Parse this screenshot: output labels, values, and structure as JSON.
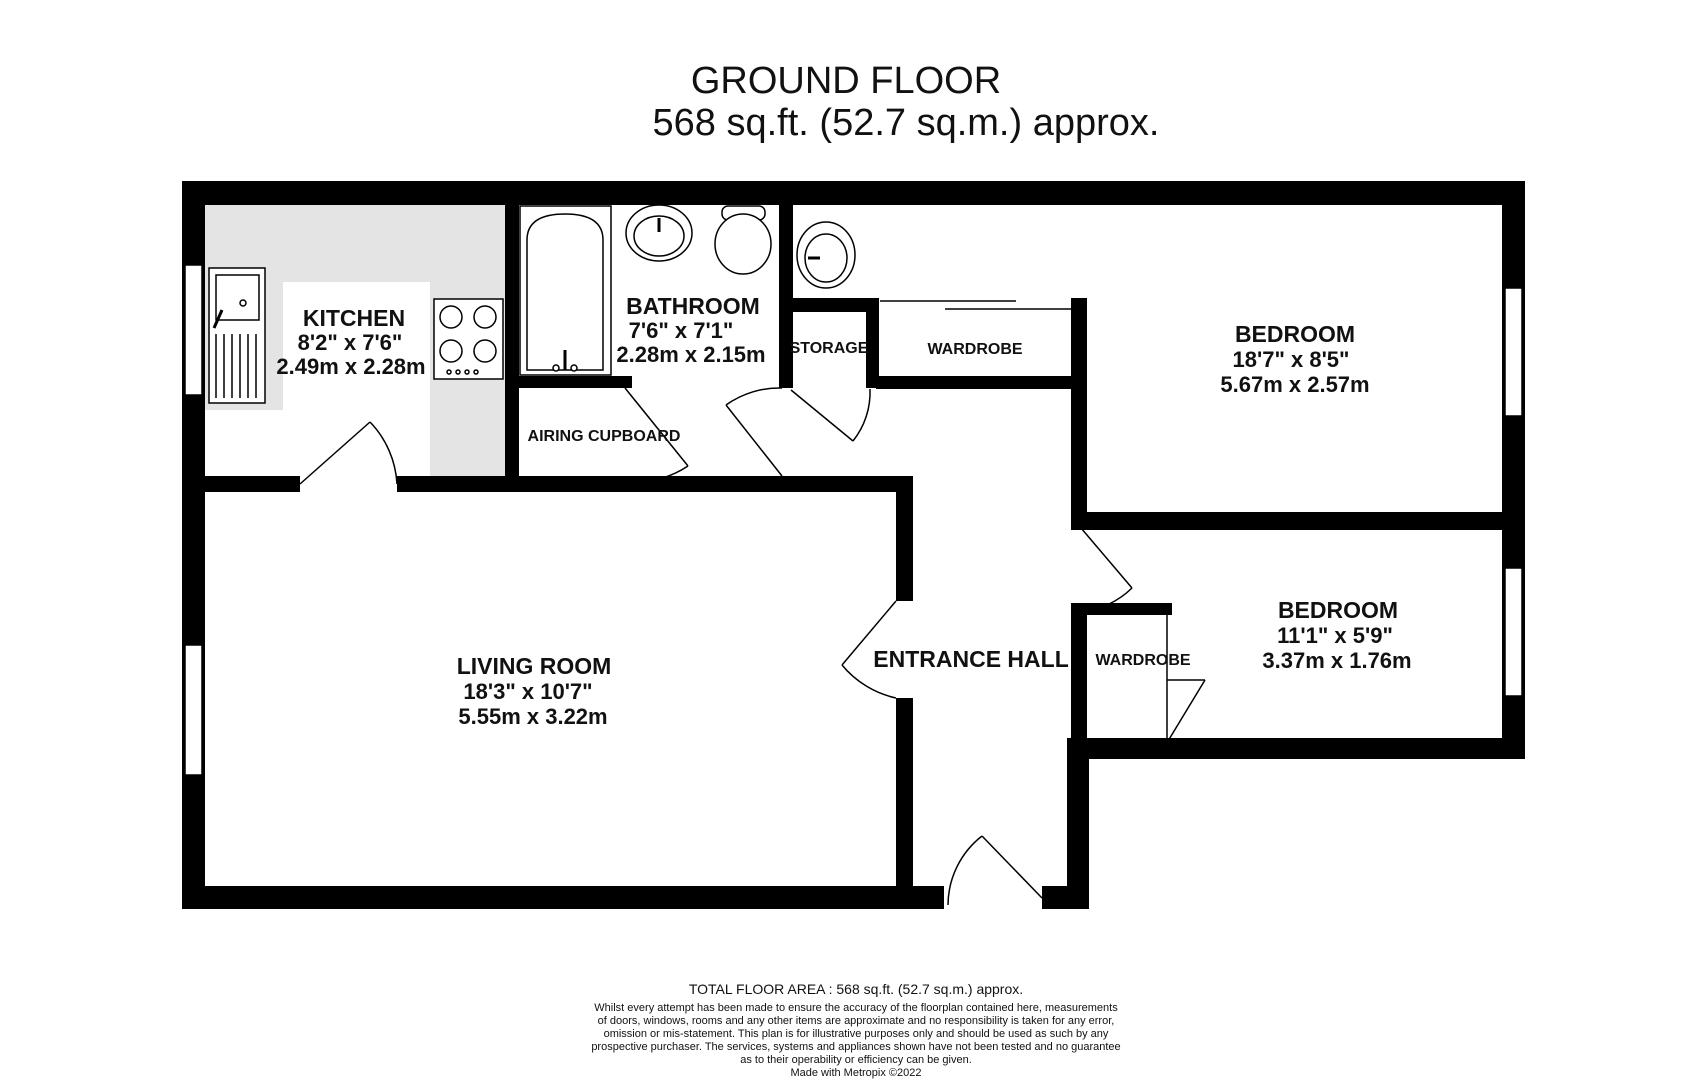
{
  "header": {
    "title": "GROUND FLOOR",
    "area": "568 sq.ft. (52.7 sq.m.) approx."
  },
  "rooms": {
    "kitchen": {
      "name": "KITCHEN",
      "imperial": "8'2\"  x 7'6\"",
      "metric": "2.49m  x 2.28m"
    },
    "bathroom": {
      "name": "BATHROOM",
      "imperial": "7'6\"  x 7'1\"",
      "metric": "2.28m  x 2.15m"
    },
    "bedroom1": {
      "name": "BEDROOM",
      "imperial": "18'7\"  x 8'5\"",
      "metric": "5.67m  x 2.57m"
    },
    "bedroom2": {
      "name": "BEDROOM",
      "imperial": "11'1\"  x 5'9\"",
      "metric": "3.37m  x 1.76m"
    },
    "living": {
      "name": "LIVING ROOM",
      "imperial": "18'3\"  x 10'7\"",
      "metric": "5.55m  x 3.22m"
    },
    "hall": {
      "name": "ENTRANCE HALL"
    },
    "storage": {
      "name": "STORAGE"
    },
    "wardrobe1": {
      "name": "WARDROBE"
    },
    "wardrobe2": {
      "name": "WARDROBE"
    },
    "airing": {
      "name": "AIRING CUPBOARD"
    }
  },
  "footer": {
    "total": "TOTAL FLOOR AREA : 568 sq.ft. (52.7 sq.m.) approx.",
    "disclaimer": [
      "Whilst every attempt has been made to ensure the accuracy of the floorplan contained here, measurements",
      "of doors, windows, rooms and any other items are approximate and no responsibility is taken for any error,",
      "omission or mis-statement. This plan is for illustrative purposes only and should be used as such by any",
      "prospective purchaser. The services, systems and appliances shown have not been tested and no guarantee",
      "as to their operability or efficiency can be given."
    ],
    "credit": "Made with Metropix ©2022"
  }
}
